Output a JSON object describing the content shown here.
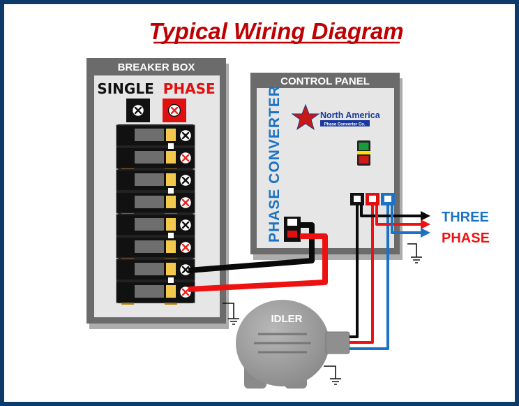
{
  "title": "Typical Wiring Diagram",
  "breaker_box": {
    "label": "BREAKER BOX",
    "single_word": "SINGLE",
    "phase_word": "PHASE"
  },
  "control_panel": {
    "label": "CONTROL PANEL",
    "converter_label": "PHASE CONVERTER",
    "logo_name": "North America",
    "logo_sub": "Phase Converter Co."
  },
  "output": {
    "line1": "THREE",
    "line2": "PHASE"
  },
  "idler": {
    "label": "IDLER"
  },
  "colors": {
    "frame": "#0b3a6b",
    "title": "#c00000",
    "box_outer": "#6b6b6b",
    "box_inner": "#e6e6e6",
    "wire_black": "#0a0a0a",
    "wire_red": "#ee1111",
    "wire_blue": "#1a73c4",
    "breaker_yellow": "#f2c94c",
    "motor": "#9a9a9a"
  },
  "icons": {
    "ground": "ground-symbol-icon",
    "terminal": "terminal-screw-icon",
    "indicator": "indicator-light-icon",
    "logo_star": "red-star-icon"
  }
}
